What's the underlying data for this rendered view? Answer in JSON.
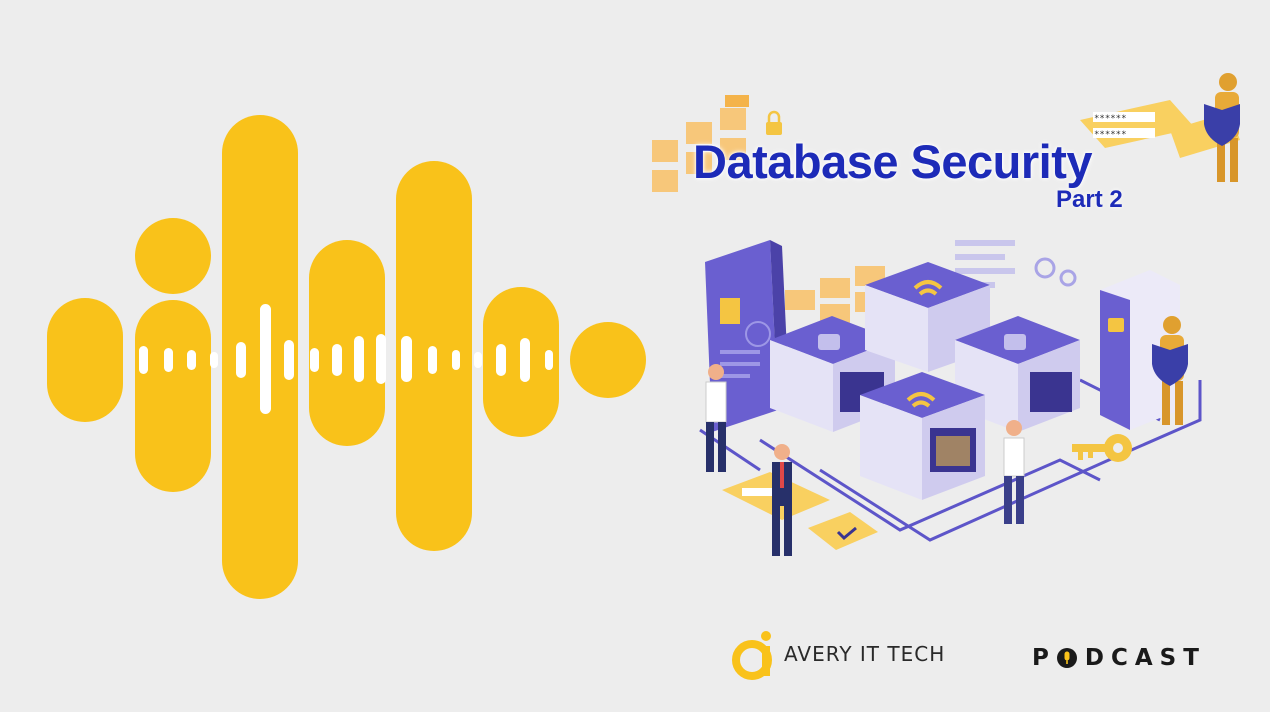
{
  "title": "Database Security",
  "subtitle": "Part 2",
  "brand": {
    "name": "AVERY IT TECH",
    "logo_icon": "avery-logo-icon"
  },
  "podcast": {
    "label_first": "P",
    "label_rest": "DCAST",
    "mic_icon": "microphone-icon"
  },
  "colors": {
    "waveform": "#f9c21a",
    "title": "#1d2bb8",
    "illustration_purple": "#5d55c9"
  },
  "illustration": {
    "password_mask": "******",
    "icons": [
      "lock-icon",
      "wifi-icon",
      "shield-icon",
      "key-icon",
      "gear-icon",
      "folder-icon",
      "fingerprint-icon"
    ]
  }
}
